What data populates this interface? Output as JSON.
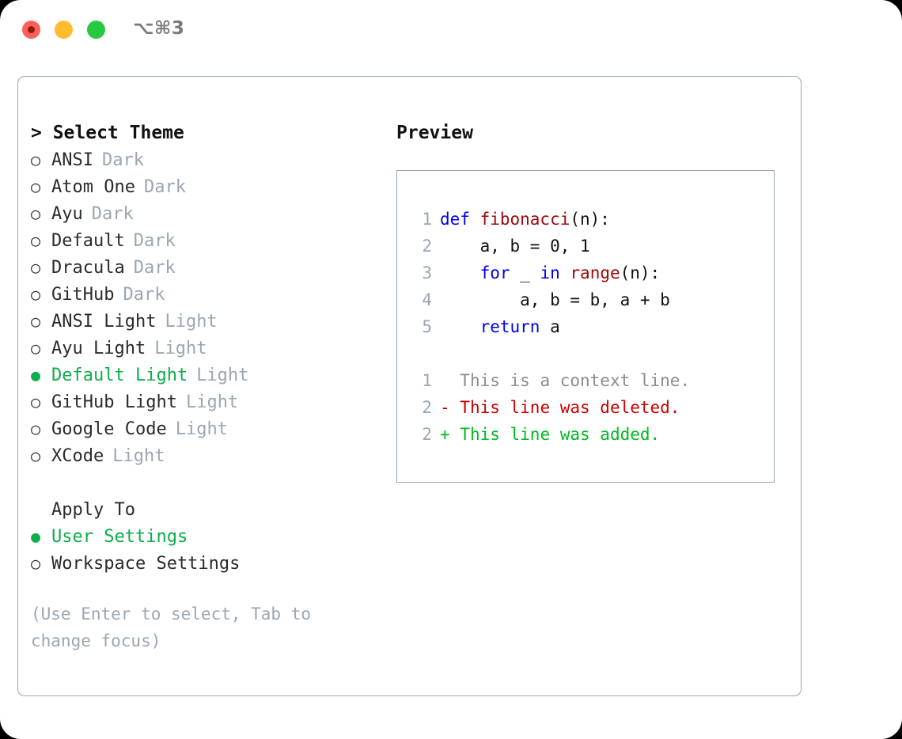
{
  "titlebar": {
    "shortcut": "⌥⌘3",
    "buttons": [
      "close",
      "minimize",
      "zoom"
    ]
  },
  "left": {
    "heading": "> Select Theme",
    "themes": [
      {
        "bullet": "○",
        "name": "ANSI",
        "tag": "Dark",
        "selected": false
      },
      {
        "bullet": "○",
        "name": "Atom One",
        "tag": "Dark",
        "selected": false
      },
      {
        "bullet": "○",
        "name": "Ayu",
        "tag": "Dark",
        "selected": false
      },
      {
        "bullet": "○",
        "name": "Default",
        "tag": "Dark",
        "selected": false
      },
      {
        "bullet": "○",
        "name": "Dracula",
        "tag": "Dark",
        "selected": false
      },
      {
        "bullet": "○",
        "name": "GitHub",
        "tag": "Dark",
        "selected": false
      },
      {
        "bullet": "○",
        "name": "ANSI Light",
        "tag": "Light",
        "selected": false
      },
      {
        "bullet": "○",
        "name": "Ayu Light",
        "tag": "Light",
        "selected": false
      },
      {
        "bullet": "●",
        "name": "Default Light",
        "tag": "Light",
        "selected": true
      },
      {
        "bullet": "○",
        "name": "GitHub Light",
        "tag": "Light",
        "selected": false
      },
      {
        "bullet": "○",
        "name": "Google Code",
        "tag": "Light",
        "selected": false
      },
      {
        "bullet": "○",
        "name": "XCode",
        "tag": "Light",
        "selected": false
      }
    ],
    "apply_to_heading": "Apply To",
    "apply_to": [
      {
        "bullet": "●",
        "name": "User Settings",
        "selected": true
      },
      {
        "bullet": "○",
        "name": "Workspace Settings",
        "selected": false
      }
    ],
    "hint": "(Use Enter to select, Tab to change focus)"
  },
  "preview": {
    "title": "Preview",
    "code_lines": [
      {
        "num": "1",
        "tokens": [
          {
            "t": "def ",
            "k": "kw"
          },
          {
            "t": "fibonacci",
            "k": "fn"
          },
          {
            "t": "(n):",
            "k": "pl"
          }
        ]
      },
      {
        "num": "2",
        "tokens": [
          {
            "t": "    a, b = 0, 1",
            "k": "pl"
          }
        ]
      },
      {
        "num": "3",
        "tokens": [
          {
            "t": "    ",
            "k": "pl"
          },
          {
            "t": "for",
            "k": "kw"
          },
          {
            "t": " _ ",
            "k": "pl"
          },
          {
            "t": "in",
            "k": "kw"
          },
          {
            "t": " ",
            "k": "pl"
          },
          {
            "t": "range",
            "k": "fn"
          },
          {
            "t": "(n):",
            "k": "pl"
          }
        ]
      },
      {
        "num": "4",
        "tokens": [
          {
            "t": "        a, b = b, a + b",
            "k": "pl"
          }
        ]
      },
      {
        "num": "5",
        "tokens": [
          {
            "t": "    ",
            "k": "pl"
          },
          {
            "t": "return",
            "k": "kw"
          },
          {
            "t": " a",
            "k": "pl"
          }
        ]
      }
    ],
    "diff_lines": [
      {
        "num": "1",
        "marker": "  ",
        "text": "This is a context line.",
        "kind": "ctx"
      },
      {
        "num": "2",
        "marker": "- ",
        "text": "This line was deleted.",
        "kind": "del"
      },
      {
        "num": "2",
        "marker": "+ ",
        "text": "This line was added.",
        "kind": "add"
      }
    ]
  },
  "colors": {
    "accent_green": "#0dae4b",
    "muted": "#9aa6b2",
    "keyword": "#0000ee",
    "function": "#a00808",
    "deleted": "#cc0000",
    "added": "#00bb22",
    "border": "#9aa6b2"
  }
}
